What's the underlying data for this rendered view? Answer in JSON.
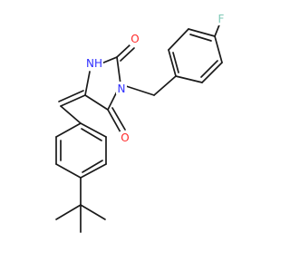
{
  "molecule": {
    "atoms": [
      {
        "id": "nh",
        "label": "NH",
        "color": "#2f2fff"
      },
      {
        "id": "n",
        "label": "N",
        "color": "#2f2fff"
      },
      {
        "id": "o1",
        "label": "O",
        "color": "#ff2a2a"
      },
      {
        "id": "o2",
        "label": "O",
        "color": "#ff2a2a"
      },
      {
        "id": "f",
        "label": "F",
        "color": "#7ec8b5"
      }
    ],
    "colors": {
      "bond": "#1a1a1a",
      "nitrogen": "#2f2fff",
      "oxygen": "#ff2a2a",
      "fluorine": "#7ec8b5"
    }
  }
}
